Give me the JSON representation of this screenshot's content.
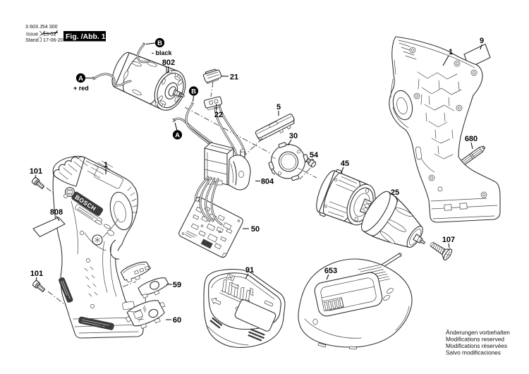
{
  "meta": {
    "type_number": "3 603 J54 300",
    "issue_label": "Issue",
    "issue_value": "13-02",
    "stand_label": "Stand",
    "stand_value": "17-06-20",
    "figure_label": "Fig. /Abb. 1"
  },
  "brand": {
    "logo_text": "BOSCH"
  },
  "wire_markers": {
    "motor_positive": {
      "letter": "A",
      "note": "+ red"
    },
    "motor_negative": {
      "letter": "B",
      "note": "- black"
    },
    "lead_a": {
      "letter": "A"
    },
    "lead_b": {
      "letter": "B"
    }
  },
  "callouts": [
    {
      "label": "802",
      "part": "motor"
    },
    {
      "label": "21",
      "part": "connector"
    },
    {
      "label": "22",
      "part": "connector-plate"
    },
    {
      "label": "5",
      "part": "contact-slide"
    },
    {
      "label": "30",
      "part": "bearing-plate"
    },
    {
      "label": "54",
      "part": "screw-small"
    },
    {
      "label": "804",
      "part": "switch"
    },
    {
      "label": "50",
      "part": "circuit-board"
    },
    {
      "label": "1",
      "part": "housing-left"
    },
    {
      "label": "101",
      "part": "screw-upper"
    },
    {
      "label": "808",
      "part": "label-left"
    },
    {
      "label": "101",
      "part": "screw-lower"
    },
    {
      "label": "59",
      "part": "release-button"
    },
    {
      "label": "60",
      "part": "latch-clip"
    },
    {
      "label": "91",
      "part": "battery-pack"
    },
    {
      "label": "653",
      "part": "charger"
    },
    {
      "label": "45",
      "part": "gearbox"
    },
    {
      "label": "25",
      "part": "chuck"
    },
    {
      "label": "107",
      "part": "screw-chuck"
    },
    {
      "label": "680",
      "part": "bit"
    },
    {
      "label": "9",
      "part": "label-right"
    },
    {
      "label": "1",
      "part": "housing-right"
    }
  ],
  "footer": {
    "lines": [
      "Änderungen vorbehalten",
      "Modifications reserved",
      "Modifications réservées",
      "Salvo modificaciones"
    ]
  },
  "colors": {
    "background": "#ffffff",
    "line": "#333333",
    "label": "#000000",
    "figure_box_bg": "#000000",
    "figure_box_fg": "#ffffff"
  }
}
